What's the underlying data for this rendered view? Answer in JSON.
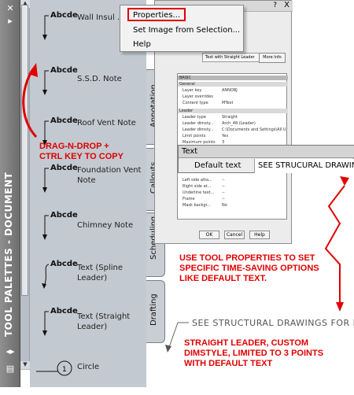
{
  "palette": {
    "title": "TOOL PALETTES - DOCUMENT",
    "icon_sample": "Abcde",
    "tools": [
      {
        "label": "Wall Insul . Note"
      },
      {
        "label": "S.S.D. Note"
      },
      {
        "label": "Roof Vent Note"
      },
      {
        "label": "Foundation Vent Note"
      },
      {
        "label": "Chimney Note"
      },
      {
        "label": "Text (Spline Leader)"
      },
      {
        "label": "Text (Straight Leader)"
      },
      {
        "label": "Circle"
      }
    ],
    "circle_number": "1",
    "tabs": [
      {
        "label": "Annotation"
      },
      {
        "label": "Callouts"
      },
      {
        "label": "Scheduling"
      },
      {
        "label": "Drafting"
      }
    ]
  },
  "context_menu": {
    "items": [
      {
        "label": "Properties..."
      },
      {
        "label": "Set Image from Selection..."
      },
      {
        "label": "Help"
      }
    ]
  },
  "dialog": {
    "help_label": "?",
    "close_label": "X",
    "preview_text": "Text with Straight Leader",
    "more_info": "More Info",
    "section_basic": "BASIC",
    "sections": [
      {
        "name": "General",
        "rows": [
          {
            "k": "Layer key",
            "v": "ANNOBJ"
          },
          {
            "k": "Layer overrides",
            "v": ""
          },
          {
            "k": "Content type",
            "v": "MText"
          }
        ]
      },
      {
        "name": "Leader",
        "rows": [
          {
            "k": "Leader type",
            "v": "Straight"
          },
          {
            "k": "Leader dimsty...",
            "v": "Arch_48 (Leader)"
          },
          {
            "k": "Leader dimsty...",
            "v": "C:\\Documents and Settings\\All User..."
          },
          {
            "k": "Limit points",
            "v": "Yes"
          },
          {
            "k": "Maximum points",
            "v": "3"
          }
        ]
      },
      {
        "name": "",
        "rows": [
          {
            "k": "Left side atta...",
            "v": "--"
          },
          {
            "k": "Right side at...",
            "v": "--"
          },
          {
            "k": "Underline text...",
            "v": "--"
          },
          {
            "k": "Frame",
            "v": "--"
          },
          {
            "k": "Mask backgr...",
            "v": "No"
          }
        ]
      }
    ],
    "buttons": [
      {
        "label": "OK"
      },
      {
        "label": "Cancel"
      },
      {
        "label": "Help"
      }
    ]
  },
  "text_grid": {
    "header": "Text",
    "key": "Default text",
    "value": "SEE STRUCURAL DRAWING"
  },
  "annotations": {
    "drag": "DRAG-N-DROP +\nCTRL KEY TO COPY",
    "props": "USE TOOL PROPERTIES TO SET\nSPECIFIC TIME-SAVING OPTIONS\nLIKE DEFAULT TEXT.",
    "leader": "STRAIGHT LEADER, CUSTOM\nDIMSTYLE, LIMITED TO 3 POINTS\nWITH DEFAULT TEXT",
    "leader_sample": "SEE STRUCTURAL DRAWINGS FOR D"
  },
  "colors": {
    "annotation": "#e00000",
    "palette_bg": "#c3c9d0"
  }
}
